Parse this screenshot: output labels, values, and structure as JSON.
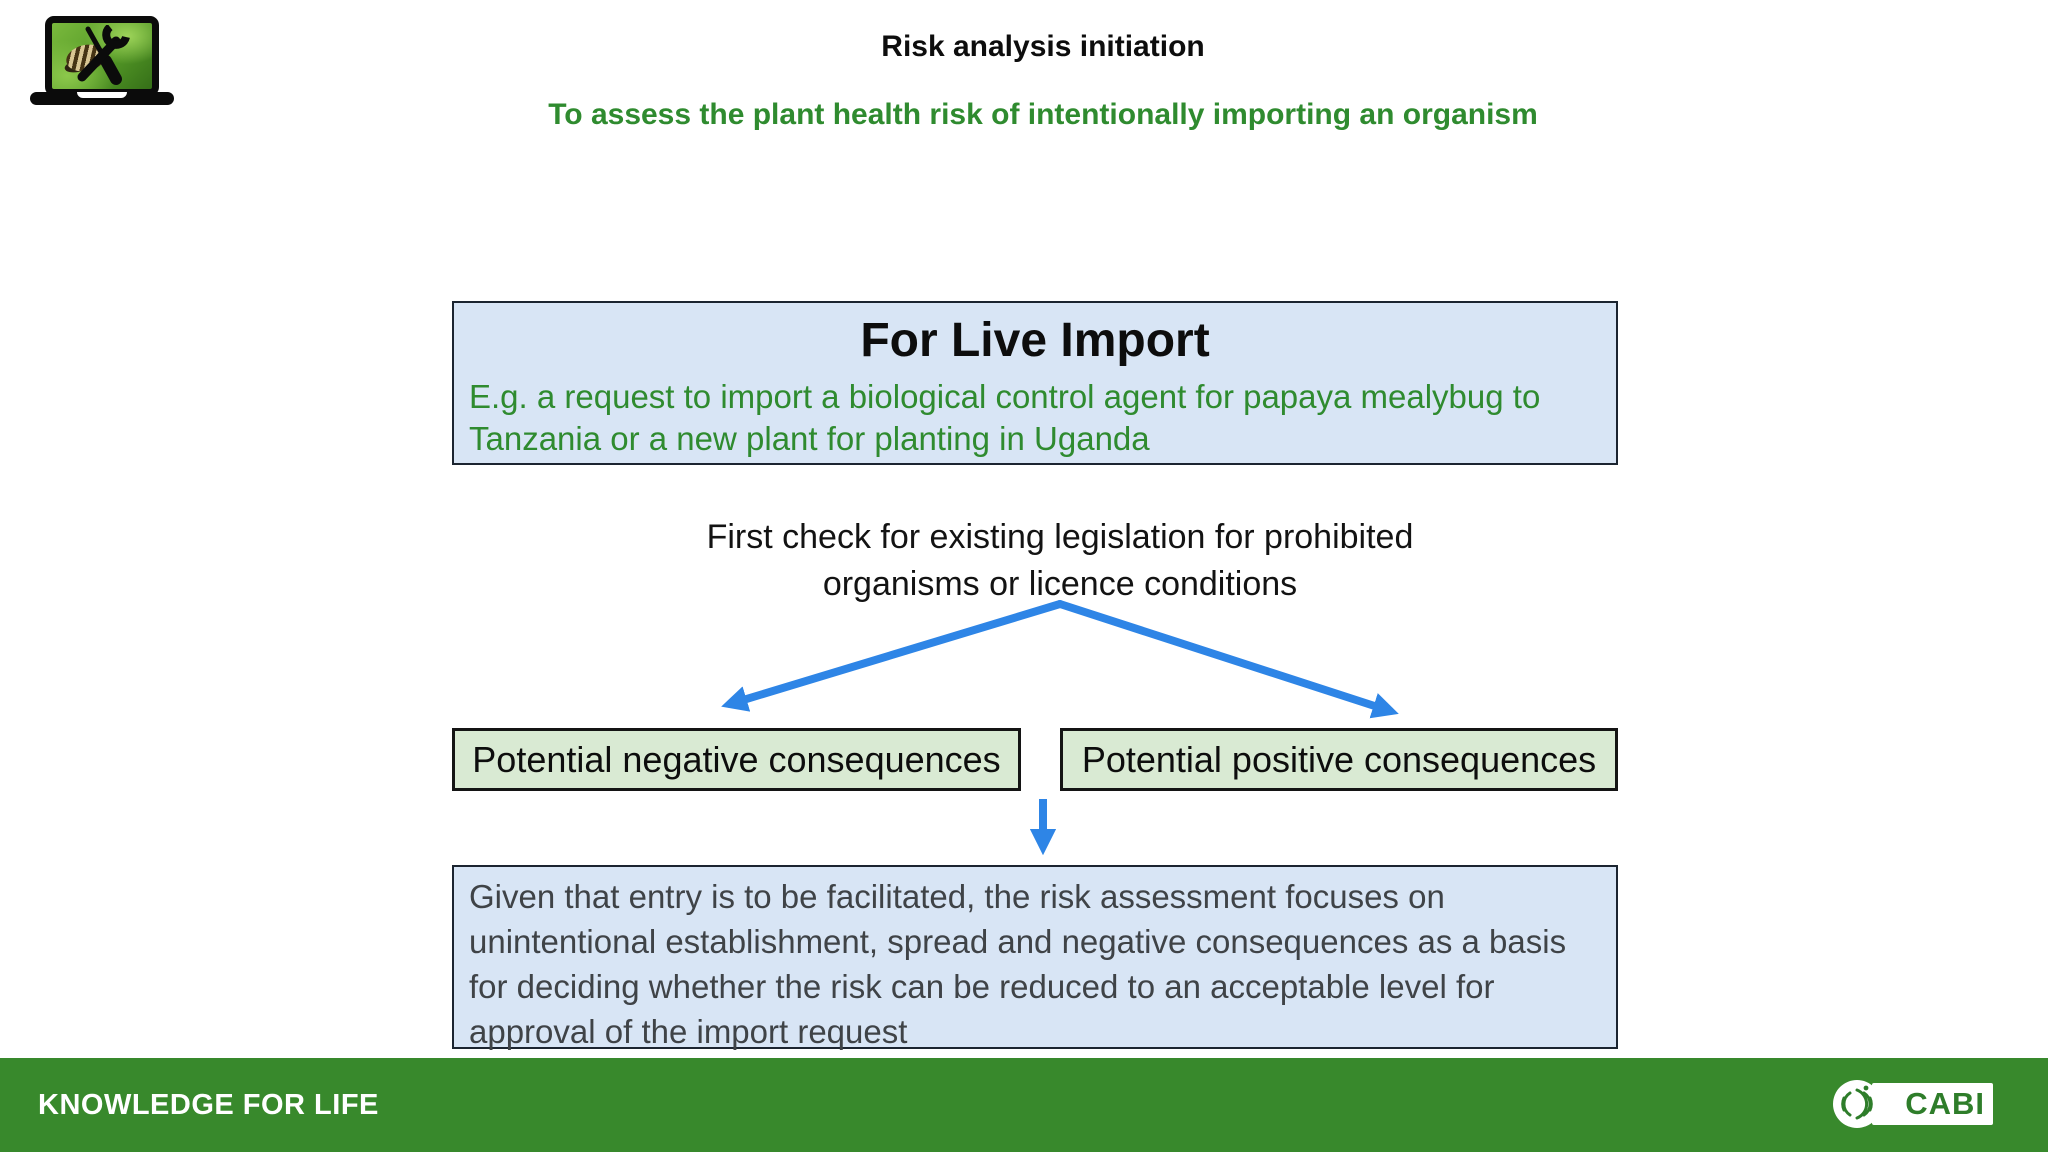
{
  "slide": {
    "header": {
      "title": "Risk analysis initiation",
      "subtitle": "To assess the plant health risk of intentionally importing an organism"
    },
    "logo": {
      "description": "laptop with pest photo and crossed tools"
    },
    "live_import_box": {
      "heading": "For Live Import",
      "example": "E.g. a request to import a biological control agent for papaya mealybug to Tanzania or a new plant for planting in Uganda"
    },
    "check_step": {
      "text": "First check for existing legislation for prohibited organisms or licence conditions"
    },
    "branches": [
      {
        "label": "Potential negative consequences"
      },
      {
        "label": "Potential positive consequences"
      }
    ],
    "conclusion_box": {
      "text": "Given that entry is to be facilitated, the risk assessment focuses on unintentional establishment, spread and negative consequences as a basis for deciding whether the risk can be reduced to an acceptable level for approval of the import request"
    },
    "footer": {
      "tagline": "KNOWLEDGE FOR LIFE",
      "brand": "CABI"
    },
    "colors": {
      "box_blue_fill": "#d8e5f5",
      "box_blue_border": "#1b2430",
      "box_green_fill": "#d9ead3",
      "arrow_blue": "#2e85e6",
      "text_green": "#2f8b2f",
      "footer_green": "#38892c",
      "conclusion_text": "#3f4347"
    }
  }
}
